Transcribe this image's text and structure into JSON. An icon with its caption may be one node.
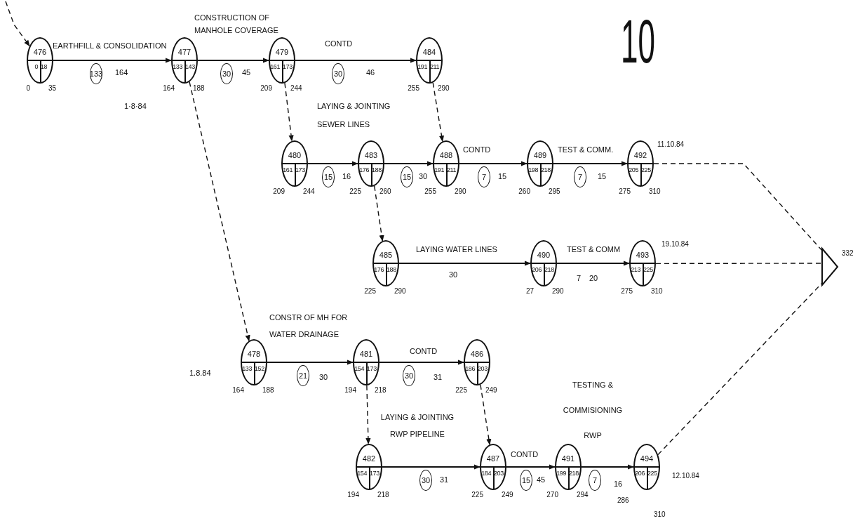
{
  "diagram": {
    "nodes": [
      {
        "text": [
          "476",
          "0",
          "18"
        ],
        "beside": [
          "0",
          "35"
        ]
      },
      {
        "text": [
          "477",
          "133",
          "143"
        ],
        "beside": [
          "164",
          "188"
        ]
      },
      {
        "text": [
          "479",
          "161",
          "173"
        ],
        "beside": [
          "209",
          "244"
        ]
      },
      {
        "text": [
          "484",
          "191",
          "211"
        ],
        "beside": [
          "255",
          "290"
        ]
      },
      {
        "text": [
          "480",
          "161",
          "173"
        ],
        "beside": [
          "209",
          "244"
        ]
      },
      {
        "text": [
          "483",
          "176",
          "188"
        ],
        "beside": [
          "225",
          "260"
        ]
      },
      {
        "text": [
          "488",
          "191",
          "211"
        ],
        "beside": [
          "255",
          "290"
        ]
      },
      {
        "text": [
          "489",
          "198",
          "218"
        ],
        "beside": [
          "260",
          "295"
        ]
      },
      {
        "text": [
          "492",
          "205",
          "225"
        ],
        "beside": [
          "275",
          "310",
          "11.10.84"
        ]
      },
      {
        "text": [
          "485",
          "176",
          "188"
        ],
        "beside": [
          "225",
          "290"
        ]
      },
      {
        "text": [
          "490",
          "206",
          "218"
        ],
        "beside": [
          "27",
          "290"
        ]
      },
      {
        "text": [
          "493",
          "213",
          "225"
        ],
        "beside": [
          "275",
          "310",
          "19.10.84"
        ]
      },
      {
        "text": [
          "478",
          "133",
          "152"
        ],
        "beside": [
          "164",
          "188"
        ]
      },
      {
        "text": [
          "481",
          "154",
          "173"
        ],
        "beside": [
          "194",
          "218"
        ]
      },
      {
        "text": [
          "486",
          "186",
          "203"
        ],
        "beside": [
          "225",
          "249"
        ]
      },
      {
        "text": [
          "482",
          "154",
          "173"
        ],
        "beside": [
          "194",
          "218"
        ]
      },
      {
        "text": [
          "487",
          "184",
          "203"
        ],
        "beside": [
          "225",
          "249"
        ]
      },
      {
        "text": [
          "491",
          "199",
          "218"
        ],
        "beside": [
          "270",
          "294"
        ]
      },
      {
        "text": [
          "494",
          "206",
          "225"
        ],
        "beside": [
          "286",
          "310",
          "12.10.84"
        ]
      },
      {
        "text": [
          "133"
        ]
      },
      {
        "text": [
          "30"
        ]
      },
      {
        "text": [
          "30"
        ]
      },
      {
        "text": [
          "15"
        ]
      },
      {
        "text": [
          "15"
        ]
      },
      {
        "text": [
          "7"
        ]
      },
      {
        "text": [
          "7"
        ]
      },
      {
        "text": [
          "21"
        ]
      },
      {
        "text": [
          "30"
        ]
      },
      {
        "text": [
          "30"
        ]
      },
      {
        "text": [
          "15"
        ]
      },
      {
        "text": [
          "7"
        ]
      },
      {
        "text": [],
        "shape": "triangle",
        "beside": [
          "332"
        ]
      }
    ],
    "edges": [
      {
        "from": null,
        "to": 0,
        "arrow": "to",
        "style": "dashed"
      },
      {
        "from": 0,
        "to": 1,
        "arrow": "to"
      },
      {
        "from": 1,
        "to": 2,
        "arrow": "to"
      },
      {
        "from": 2,
        "to": 3,
        "arrow": "to"
      },
      {
        "from": 1,
        "to": 12,
        "arrow": "to",
        "style": "dashed"
      },
      {
        "from": 2,
        "to": 4,
        "arrow": "to",
        "style": "dashed"
      },
      {
        "from": 3,
        "to": 6,
        "arrow": "to",
        "style": "dashed"
      },
      {
        "from": 4,
        "to": 5,
        "arrow": "to"
      },
      {
        "from": 5,
        "to": 6,
        "arrow": "to"
      },
      {
        "from": 6,
        "to": 7,
        "arrow": "to"
      },
      {
        "from": 7,
        "to": 8,
        "arrow": "to"
      },
      {
        "from": 5,
        "to": 9,
        "arrow": "to",
        "style": "dashed"
      },
      {
        "from": 9,
        "to": 10,
        "arrow": "to"
      },
      {
        "from": 10,
        "to": 11,
        "arrow": "to"
      },
      {
        "from": 12,
        "to": 13,
        "arrow": "to"
      },
      {
        "from": 13,
        "to": 14,
        "arrow": "to"
      },
      {
        "from": 13,
        "to": 15,
        "arrow": "to",
        "style": "dashed"
      },
      {
        "from": 14,
        "to": 16,
        "arrow": "to",
        "style": "dashed"
      },
      {
        "from": 15,
        "to": 16,
        "arrow": "to"
      },
      {
        "from": 16,
        "to": 17,
        "arrow": "to"
      },
      {
        "from": 17,
        "to": 18,
        "arrow": "to"
      },
      {
        "from": 8,
        "to": 31,
        "arrow": "none",
        "style": "dashed"
      },
      {
        "from": 11,
        "to": 31,
        "arrow": "none",
        "style": "dashed"
      },
      {
        "from": 18,
        "to": 31,
        "arrow": "none",
        "style": "dashed"
      }
    ],
    "labels": [
      "10",
      "EARTHFILL & CONSOLIDATION",
      "1·8·84",
      "CONSTRUCTION OF MANHOLE COVERAGE",
      "164",
      "45",
      "CONTD",
      "46",
      "LAYING & JOINTING SEWER LINES",
      "16",
      "30",
      "CONTD",
      "15",
      "TEST & COMM.",
      "15",
      "LAYING WATER LINES",
      "30",
      "TEST & COMM",
      "7",
      "20",
      "CONSTR OF MH FOR WATER DRAINAGE",
      "1.8.84",
      "30",
      "CONTD",
      "31",
      "LAYING & JOINTING RWP PIPELINE",
      "TESTING & COMMISIONING RWP",
      "CONTD",
      "31",
      "45",
      "16"
    ]
  }
}
